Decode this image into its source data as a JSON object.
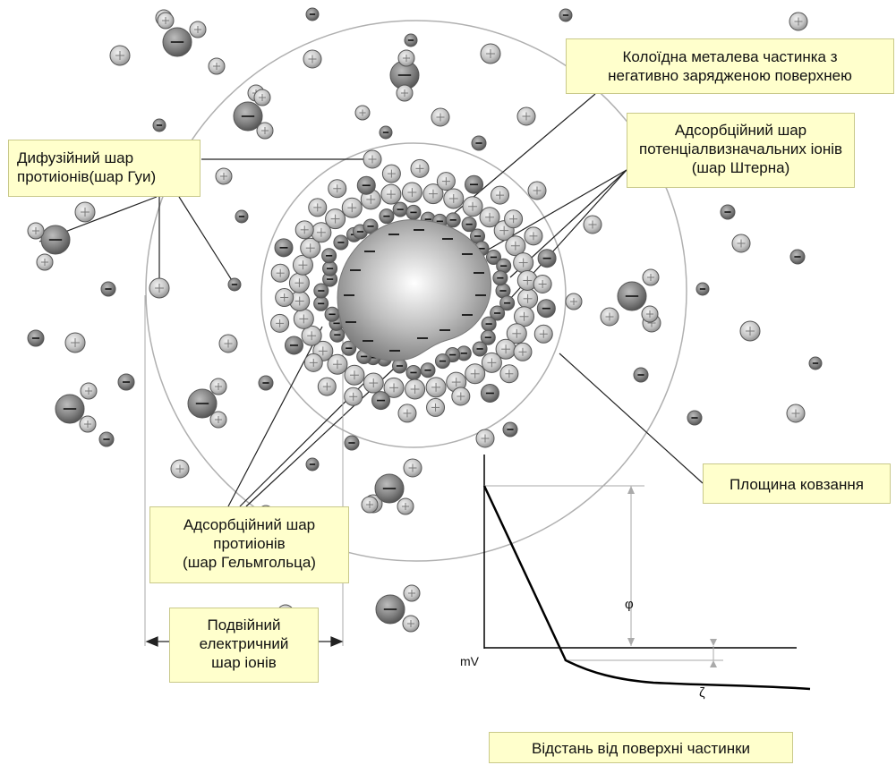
{
  "labels": {
    "particle": [
      "Колоїдна металева частинка з",
      "негативно зарядженою поверхнею"
    ],
    "stern": [
      "Адсорбційний шар",
      "потенціалвизначальних іонів",
      "(шар Штерна)"
    ],
    "gouy": [
      "Дифузійний шар",
      "протиіонів(шар Гуи)"
    ],
    "slip": [
      "Площина ковзання"
    ],
    "helmholtz": [
      "Адсорбційний шар",
      "протиіонів",
      "(шар Гельмгольца)"
    ],
    "double_layer": [
      "Подвійний",
      "електричний",
      "шар іонів"
    ],
    "distance": [
      "Відстань від поверхні частинки"
    ]
  },
  "graph": {
    "y_label": "mV",
    "phi": "φ",
    "zeta": "ζ"
  },
  "colors": {
    "label_fill": "#ffffcc",
    "ring": "#b0b0b0",
    "ion_dark": "#6e6e6e",
    "ion_light": "#c2c2c2"
  }
}
